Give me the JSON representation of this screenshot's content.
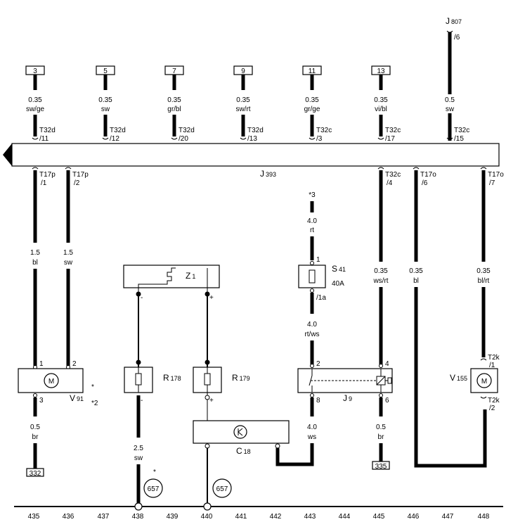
{
  "top_refs": [
    "3",
    "5",
    "7",
    "9",
    "11",
    "13"
  ],
  "top_wires": [
    {
      "size": "0.35",
      "color": "sw/ge",
      "conn": "T32d",
      "pin": "/11"
    },
    {
      "size": "0.35",
      "color": "sw",
      "conn": "T32d",
      "pin": "/12"
    },
    {
      "size": "0.35",
      "color": "gr/bl",
      "conn": "T32d",
      "pin": "/20"
    },
    {
      "size": "0.35",
      "color": "sw/rt",
      "conn": "T32d",
      "pin": "/13"
    },
    {
      "size": "0.35",
      "color": "gr/ge",
      "conn": "T32c",
      "pin": "/3"
    },
    {
      "size": "0.35",
      "color": "vi/bl",
      "conn": "T32c",
      "pin": "/17"
    },
    {
      "size": "0.5",
      "color": "sw",
      "conn": "T32c",
      "pin": "/15"
    }
  ],
  "j807": {
    "name": "J",
    "sub": "807",
    "pin": "/6"
  },
  "j393": {
    "name": "J",
    "sub": "393"
  },
  "bottom_pins": [
    {
      "conn": "T17p",
      "pin": "/1"
    },
    {
      "conn": "T17p",
      "pin": "/2"
    },
    {
      "conn": "T32c",
      "pin": "/4"
    },
    {
      "conn": "T17o",
      "pin": "/6"
    },
    {
      "conn": "T17o",
      "pin": "/7"
    }
  ],
  "mid_wires": [
    {
      "size": "1.5",
      "color": "bl"
    },
    {
      "size": "1.5",
      "color": "sw"
    },
    {
      "size": "0.35",
      "color": "ws/rt"
    },
    {
      "size": "0.35",
      "color": "bl"
    },
    {
      "size": "0.35",
      "color": "bl/rt"
    }
  ],
  "v91": {
    "name": "V",
    "sub": "91",
    "star1": "*",
    "star2": "*2",
    "pin1": "1",
    "pin2": "2",
    "pin3": "3"
  },
  "v91_out": {
    "size": "0.5",
    "color": "br",
    "ref": "332"
  },
  "z1": {
    "name": "Z",
    "sub": "1",
    "minus": "-",
    "plus": "+"
  },
  "r178": {
    "name": "R",
    "sub": "178",
    "minus": "-"
  },
  "r179": {
    "name": "R",
    "sub": "179",
    "plus": "+"
  },
  "c18": {
    "name": "C",
    "sub": "18"
  },
  "wire_438": {
    "size": "2.5",
    "color": "sw",
    "star": "*"
  },
  "ground_refs": [
    "657",
    "657"
  ],
  "fuse_feed": {
    "ref": "*3",
    "size": "4.0",
    "color": "rt",
    "pin_in": "1"
  },
  "s41": {
    "name": "S",
    "sub": "41",
    "rating": "40A",
    "pin_out": "/1a"
  },
  "fuse_out": {
    "size": "4.0",
    "color": "rt/ws"
  },
  "j9": {
    "name": "J",
    "sub": "9",
    "pin2": "2",
    "pin4": "4",
    "pin8": "8",
    "pin6": "6"
  },
  "j9_out8": {
    "size": "4.0",
    "color": "ws"
  },
  "j9_out6": {
    "size": "0.5",
    "color": "br",
    "ref": "335"
  },
  "v155": {
    "name": "V",
    "sub": "155",
    "conn1": "T2k",
    "pin1": "/1",
    "conn2": "T2k",
    "pin2": "/2"
  },
  "footer_numbers": [
    "435",
    "436",
    "437",
    "438",
    "439",
    "440",
    "441",
    "442",
    "443",
    "444",
    "445",
    "446",
    "447",
    "448"
  ]
}
